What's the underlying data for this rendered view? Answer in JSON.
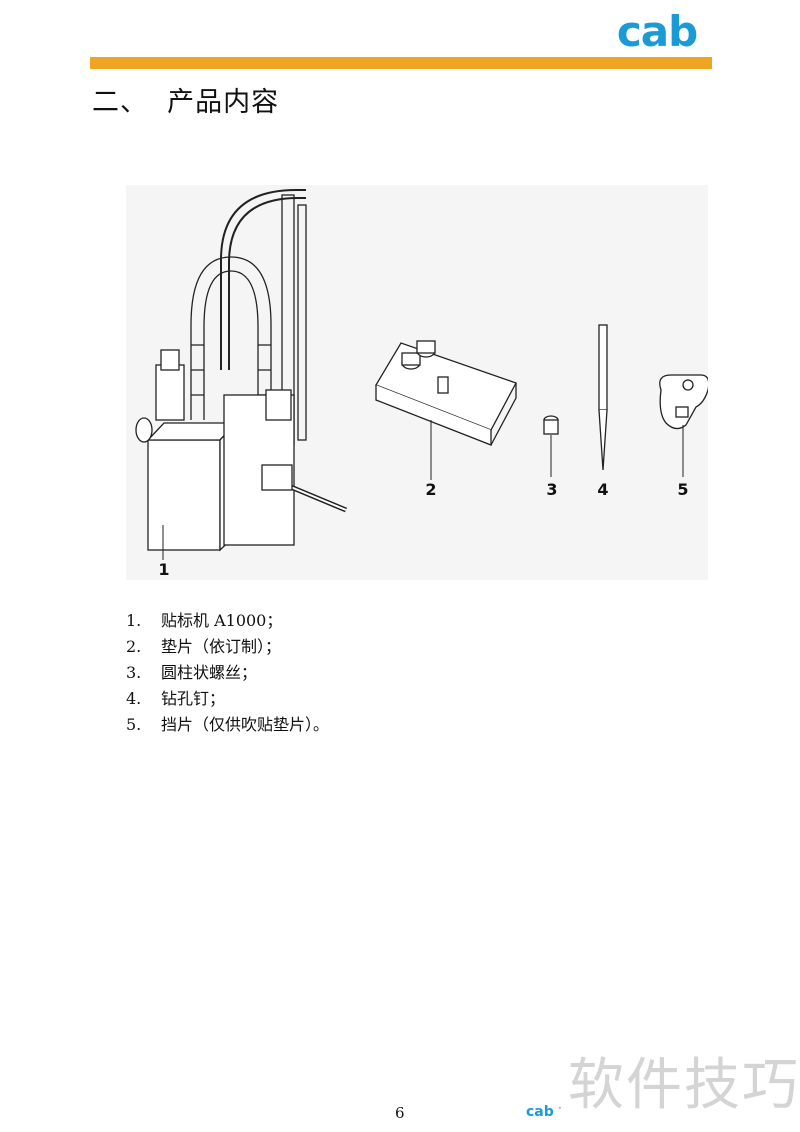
{
  "header": {
    "logo_text": "cab",
    "brand_color": "#1a9bd6",
    "bar_color": "#f0a522"
  },
  "section_title": "二、  产品内容",
  "figure": {
    "labels": [
      "1",
      "2",
      "3",
      "4",
      "5"
    ]
  },
  "items": [
    {
      "num": "1.",
      "text": "贴标机  A1000；"
    },
    {
      "num": "2.",
      "text": "垫片（依订制）；"
    },
    {
      "num": "3.",
      "text": "圆柱状螺丝；"
    },
    {
      "num": "4.",
      "text": "钻孔钉；"
    },
    {
      "num": "5.",
      "text": "挡片（仅供吹贴垫片）。"
    }
  ],
  "footer": {
    "page_number": "6",
    "logo_text": "cab",
    "logo_mark": "·"
  },
  "watermark": "软件技巧"
}
